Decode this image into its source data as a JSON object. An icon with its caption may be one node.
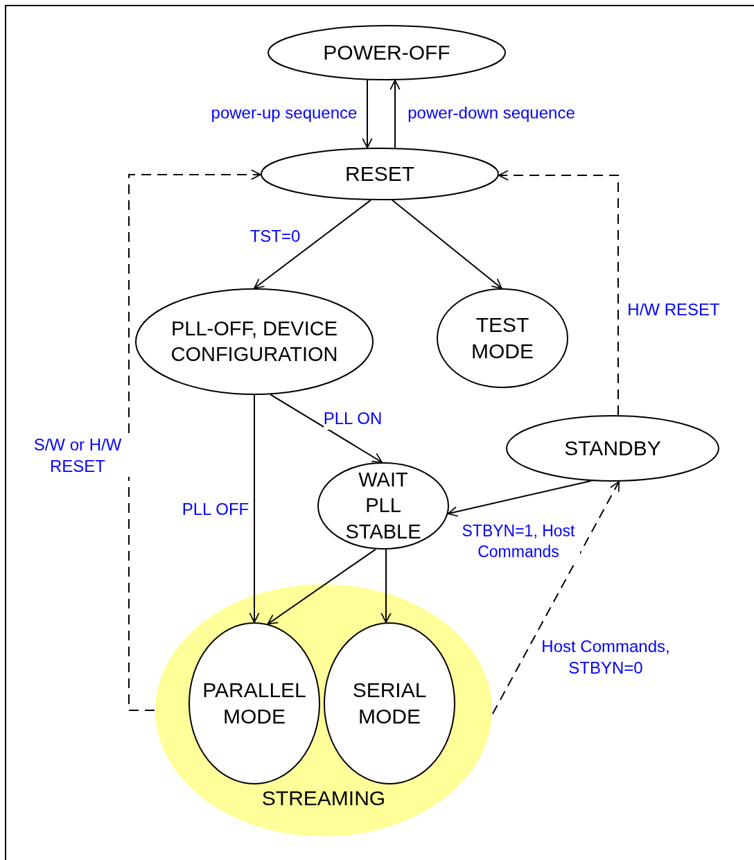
{
  "diagram": {
    "nodes": [
      {
        "text": [
          "POWER-OFF"
        ]
      },
      {
        "text": [
          "RESET"
        ]
      },
      {
        "text": [
          "PLL-OFF, DEVICE CONFIGURATION"
        ]
      },
      {
        "text": [
          "TEST MODE"
        ]
      },
      {
        "text": [
          "STANDBY"
        ]
      },
      {
        "text": [
          "WAIT PLL STABLE"
        ]
      },
      {
        "text": [
          "STREAMING"
        ]
      },
      {
        "text": [
          "PARALLEL MODE"
        ],
        "in": 6
      },
      {
        "text": [
          "SERIAL MODE"
        ],
        "in": 6
      }
    ],
    "edges": [
      {
        "from": 0,
        "to": 1,
        "arrow": "to",
        "label": "power-up sequence"
      },
      {
        "from": 1,
        "to": 0,
        "arrow": "to",
        "label": "power-down sequence"
      },
      {
        "from": 1,
        "to": 2,
        "arrow": "to",
        "label": "TST=0"
      },
      {
        "from": 1,
        "to": 3,
        "arrow": "to"
      },
      {
        "from": 2,
        "to": 7,
        "arrow": "to",
        "label": "PLL OFF"
      },
      {
        "from": 2,
        "to": 5,
        "arrow": "to",
        "label": "PLL ON"
      },
      {
        "from": 5,
        "to": 7,
        "arrow": "to"
      },
      {
        "from": 5,
        "to": 8,
        "arrow": "to"
      },
      {
        "from": 4,
        "to": 5,
        "arrow": "to",
        "label": "STBYN=1, Host Commands"
      },
      {
        "from": 6,
        "to": 4,
        "arrow": "to",
        "label": "Host Commands, STBYN=0",
        "style": "dashed"
      },
      {
        "from": 6,
        "to": 1,
        "arrow": "to",
        "label": "S/W or H/W RESET",
        "style": "dashed"
      },
      {
        "from": 4,
        "to": 1,
        "arrow": "to",
        "label": "H/W RESET",
        "style": "dashed"
      }
    ]
  }
}
